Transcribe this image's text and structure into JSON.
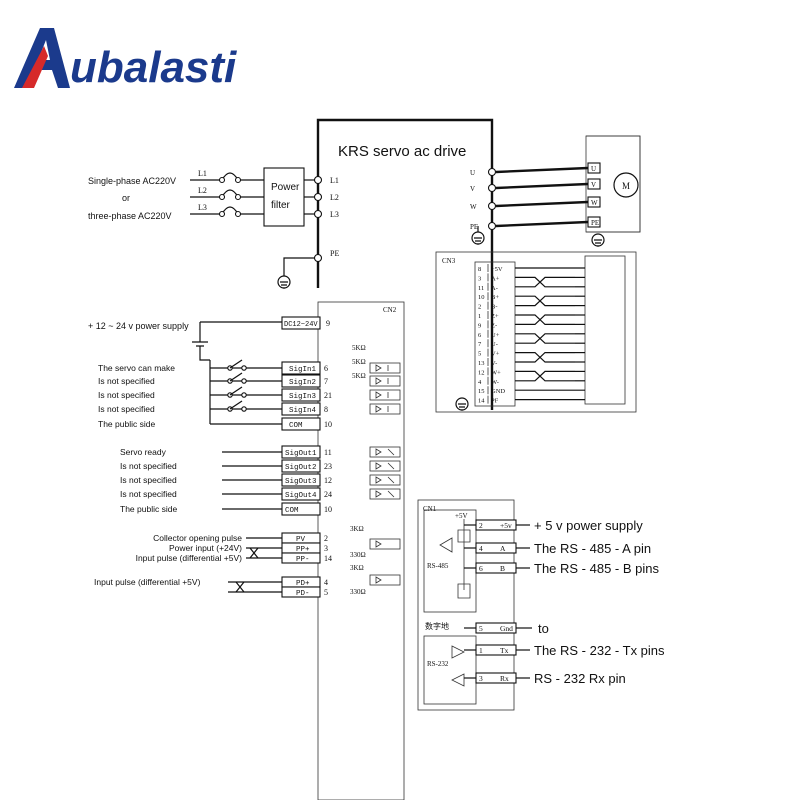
{
  "logo": {
    "text": "Aubalasti",
    "color": "#1b3a8c",
    "accent": "#d62a2a"
  },
  "title": "KRS servo ac drive",
  "power_input": {
    "line1": "Single-phase AC220V",
    "line2": "or",
    "line3": "three-phase AC220V",
    "phases": [
      "L1",
      "L2",
      "L3"
    ],
    "filter_line1": "Power",
    "filter_line2": "filter",
    "drive_terms": [
      "L1",
      "L2",
      "L3"
    ],
    "pe": "PE"
  },
  "motor": {
    "terms": [
      "U",
      "V",
      "W",
      "PE"
    ],
    "box_terms": [
      "U",
      "V",
      "W",
      "PE"
    ],
    "motor_label": "M"
  },
  "cn3": {
    "label": "CN3",
    "pins": [
      {
        "num": "8",
        "name": "+5V"
      },
      {
        "num": "3",
        "name": "A+"
      },
      {
        "num": "11",
        "name": "A-"
      },
      {
        "num": "10",
        "name": "B+"
      },
      {
        "num": "2",
        "name": "B-"
      },
      {
        "num": "1",
        "name": "Z+"
      },
      {
        "num": "9",
        "name": "Z-"
      },
      {
        "num": "6",
        "name": "U+"
      },
      {
        "num": "7",
        "name": "U-"
      },
      {
        "num": "5",
        "name": "V+"
      },
      {
        "num": "13",
        "name": "V-"
      },
      {
        "num": "12",
        "name": "W+"
      },
      {
        "num": "4",
        "name": "W-"
      },
      {
        "num": "15",
        "name": "GND"
      },
      {
        "num": "14",
        "name": "PF"
      }
    ]
  },
  "cn2": {
    "label": "CN2",
    "power_label": "+ 12 ~ 24 v power supply",
    "power_pin": {
      "name": "DC12~24V",
      "num": "9"
    },
    "res5k": [
      "5KΩ",
      "5KΩ",
      "5KΩ"
    ],
    "inputs": [
      {
        "desc": "The servo can make",
        "name": "SigIn1",
        "num": "6"
      },
      {
        "desc": "Is not specified",
        "name": "SigIn2",
        "num": "7"
      },
      {
        "desc": "Is not specified",
        "name": "SigIn3",
        "num": "21"
      },
      {
        "desc": "Is not specified",
        "name": "SigIn4",
        "num": "8"
      },
      {
        "desc": "The public side",
        "name": "COM",
        "num": "10"
      }
    ],
    "outputs": [
      {
        "desc": "Servo ready",
        "name": "SigOut1",
        "num": "11"
      },
      {
        "desc": "Is not specified",
        "name": "SigOut2",
        "num": "23"
      },
      {
        "desc": "Is not specified",
        "name": "SigOut3",
        "num": "12"
      },
      {
        "desc": "Is not specified",
        "name": "SigOut4",
        "num": "24"
      },
      {
        "desc": "The public side",
        "name": "COM",
        "num": "10"
      }
    ],
    "pulse": [
      {
        "desc": "Collector opening pulse",
        "name": "PV",
        "num": "2"
      },
      {
        "desc": "Power input (+24V)",
        "name": "PP+",
        "num": "3"
      },
      {
        "desc": "Input pulse (differential +5V)",
        "name": "PP-",
        "num": "14"
      }
    ],
    "dir": [
      {
        "desc": "Input pulse (differential +5V)",
        "name": "PD+",
        "num": "4"
      },
      {
        "desc": "",
        "name": "PD-",
        "num": "5"
      }
    ],
    "res3k": [
      "3KΩ",
      "330Ω",
      "3KΩ",
      "330Ω"
    ]
  },
  "cn1": {
    "label": "CN1",
    "v5": "+5V",
    "rs485": "RS-485",
    "rs232": "RS-232",
    "ground": "数字地",
    "pins": [
      {
        "num": "2",
        "name": "+5v",
        "desc": "+ 5 v power supply"
      },
      {
        "num": "4",
        "name": "A",
        "desc": "The RS - 485 - A pin"
      },
      {
        "num": "6",
        "name": "B",
        "desc": "The RS - 485 - B pins"
      },
      {
        "num": "5",
        "name": "Gnd",
        "desc": "to"
      },
      {
        "num": "1",
        "name": "Tx",
        "desc": "The RS - 232 - Tx pins"
      },
      {
        "num": "3",
        "name": "Rx",
        "desc": "RS - 232 Rx pin"
      }
    ]
  }
}
